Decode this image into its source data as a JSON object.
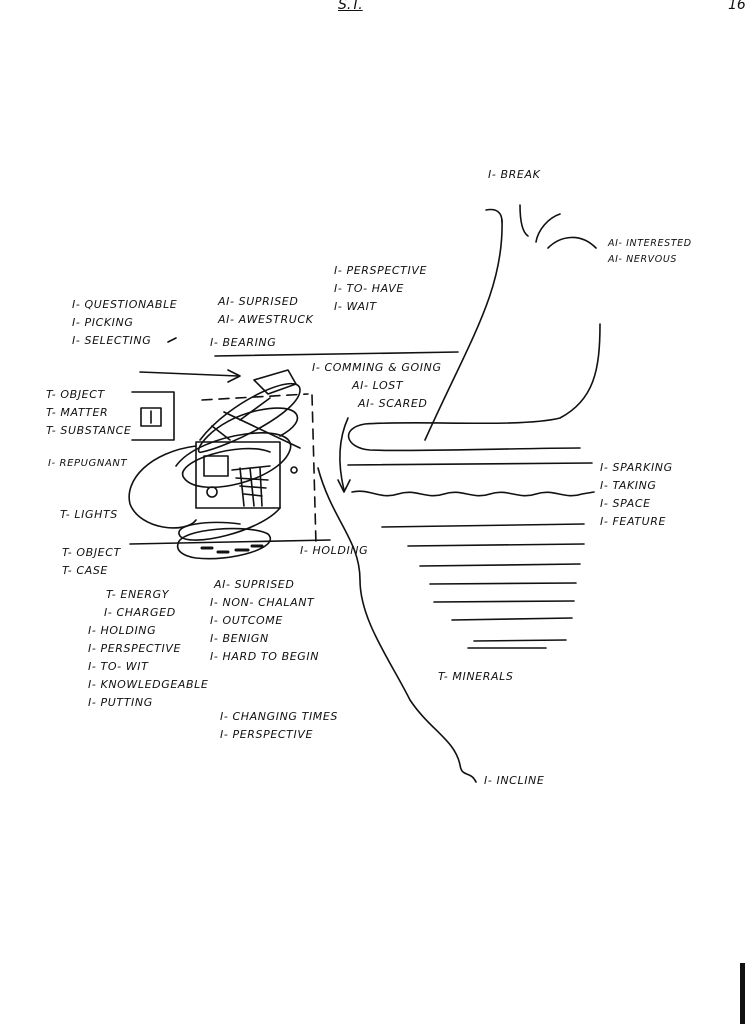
{
  "header": {
    "title": "S.T.",
    "page_number": "16"
  },
  "colors": {
    "ink": "#111111",
    "paper": "#ffffff"
  },
  "labels": {
    "break": [
      "I- BREAK"
    ],
    "interested": [
      "AI- INTERESTED",
      "AI- NERVOUS"
    ],
    "perspective_top": [
      "I- PERSPECTIVE",
      "I- TO- HAVE",
      "I- WAIT"
    ],
    "suprised_top": [
      "AI- SUPRISED",
      "AI- AWESTRUCK"
    ],
    "questionable": [
      "I- QUESTIONABLE",
      "I- PICKING",
      "I- SELECTING"
    ],
    "bearing": [
      "I- BEARING"
    ],
    "comming": [
      "I- COMMING & GOING",
      "AI- LOST",
      "AI- SCARED"
    ],
    "object_top": [
      "T- OBJECT",
      "T- MATTER",
      "T- SUBSTANCE"
    ],
    "repugnant": [
      "I- REPUGNANT"
    ],
    "lights": [
      "T- LIGHTS"
    ],
    "object_case": [
      "T- OBJECT",
      "T- CASE"
    ],
    "holding_right": [
      "I- HOLDING"
    ],
    "sparking": [
      "I- SPARKING",
      "I- TAKING",
      "I- SPACE",
      "I- FEATURE"
    ],
    "energy": [
      "T- ENERGY",
      "I- CHARGED",
      "I- HOLDING",
      "I- PERSPECTIVE",
      "I- TO- WIT",
      "I- KNOWLEDGEABLE",
      "I- PUTTING"
    ],
    "suprised_bottom": [
      "AI- SUPRISED",
      "I- NON- CHALANT",
      "I- OUTCOME",
      "I- BENIGN",
      "I- HARD TO BEGIN"
    ],
    "changing": [
      "I- CHANGING TIMES",
      "I- PERSPECTIVE"
    ],
    "minerals": [
      "T- MINERALS"
    ],
    "incline": [
      "I- INCLINE"
    ]
  }
}
